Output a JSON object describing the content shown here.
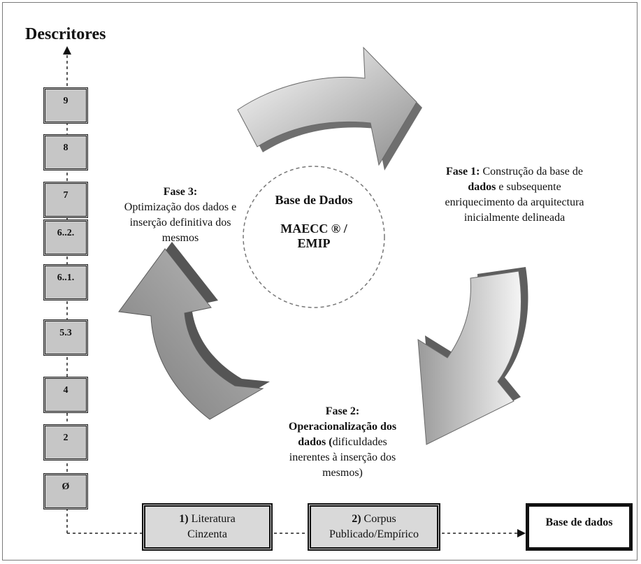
{
  "axis": {
    "title": "Descritores"
  },
  "levels": [
    {
      "label": "9"
    },
    {
      "label": "8"
    },
    {
      "label": "7"
    },
    {
      "label": "6..2."
    },
    {
      "label": "6..1."
    },
    {
      "label": "5.3"
    },
    {
      "label": "4"
    },
    {
      "label": "2"
    },
    {
      "label": "Ø"
    }
  ],
  "center": {
    "title": "Base de Dados",
    "line2": "MAECC ® /",
    "line3": "EMIP"
  },
  "phase1": {
    "bold_lead": "Fase 1:",
    "text_a": " Construção da base de",
    "bold_mid": "dados",
    "text_b": " e subsequente",
    "line3": "enriquecimento da arquitectura",
    "line4": "inicialmente delineada"
  },
  "phase2": {
    "bold_lead": "Fase 2:",
    "bold_line2": "Operacionalização dos",
    "bold_line3": "dados (",
    "text_line3": "dificuldades",
    "line4": "inerentes à inserção dos",
    "line5": "mesmos)"
  },
  "phase3": {
    "bold_lead": "Fase 3:",
    "line2": "Optimização dos dados e",
    "line3": "inserção definitiva dos",
    "line4": "mesmos"
  },
  "sources": [
    {
      "num": "1)",
      "line1": " Literatura",
      "line2": "Cinzenta"
    },
    {
      "num": "2)",
      "line1": " Corpus",
      "line2": "Publicado/Empírico"
    }
  ],
  "target": {
    "label": "Base de dados"
  }
}
